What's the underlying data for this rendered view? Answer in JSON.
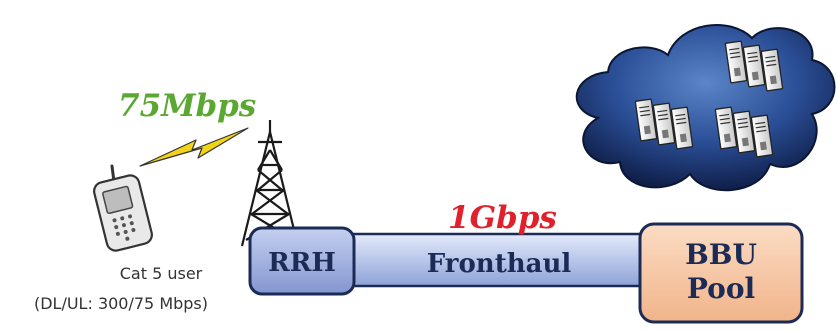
{
  "labels": {
    "wireless_rate": "75Mbps",
    "fronthaul_rate": "1Gbps",
    "user_name": "Cat 5 user",
    "user_spec": "(DL/UL: 300/75 Mbps)",
    "rrh": "RRH",
    "fronthaul": "Fronthaul",
    "bbu_line1": "BBU",
    "bbu_line2": "Pool"
  },
  "icons": {
    "phone": "mobile-phone-icon",
    "tower": "cell-tower-icon",
    "lightning": "lightning-bolt-icon",
    "cloud": "cloud-icon",
    "servers": "server-rack-icon"
  },
  "colors": {
    "wireless_rate": "#5aa832",
    "fronthaul_rate": "#e0202a",
    "rrh_fill": "#9fb0dc",
    "fronthaul_fill": "#b8c6ea",
    "bbu_fill": "#f7c9a6",
    "cloud": "#1f3a78",
    "lightning": "#f2d416"
  }
}
